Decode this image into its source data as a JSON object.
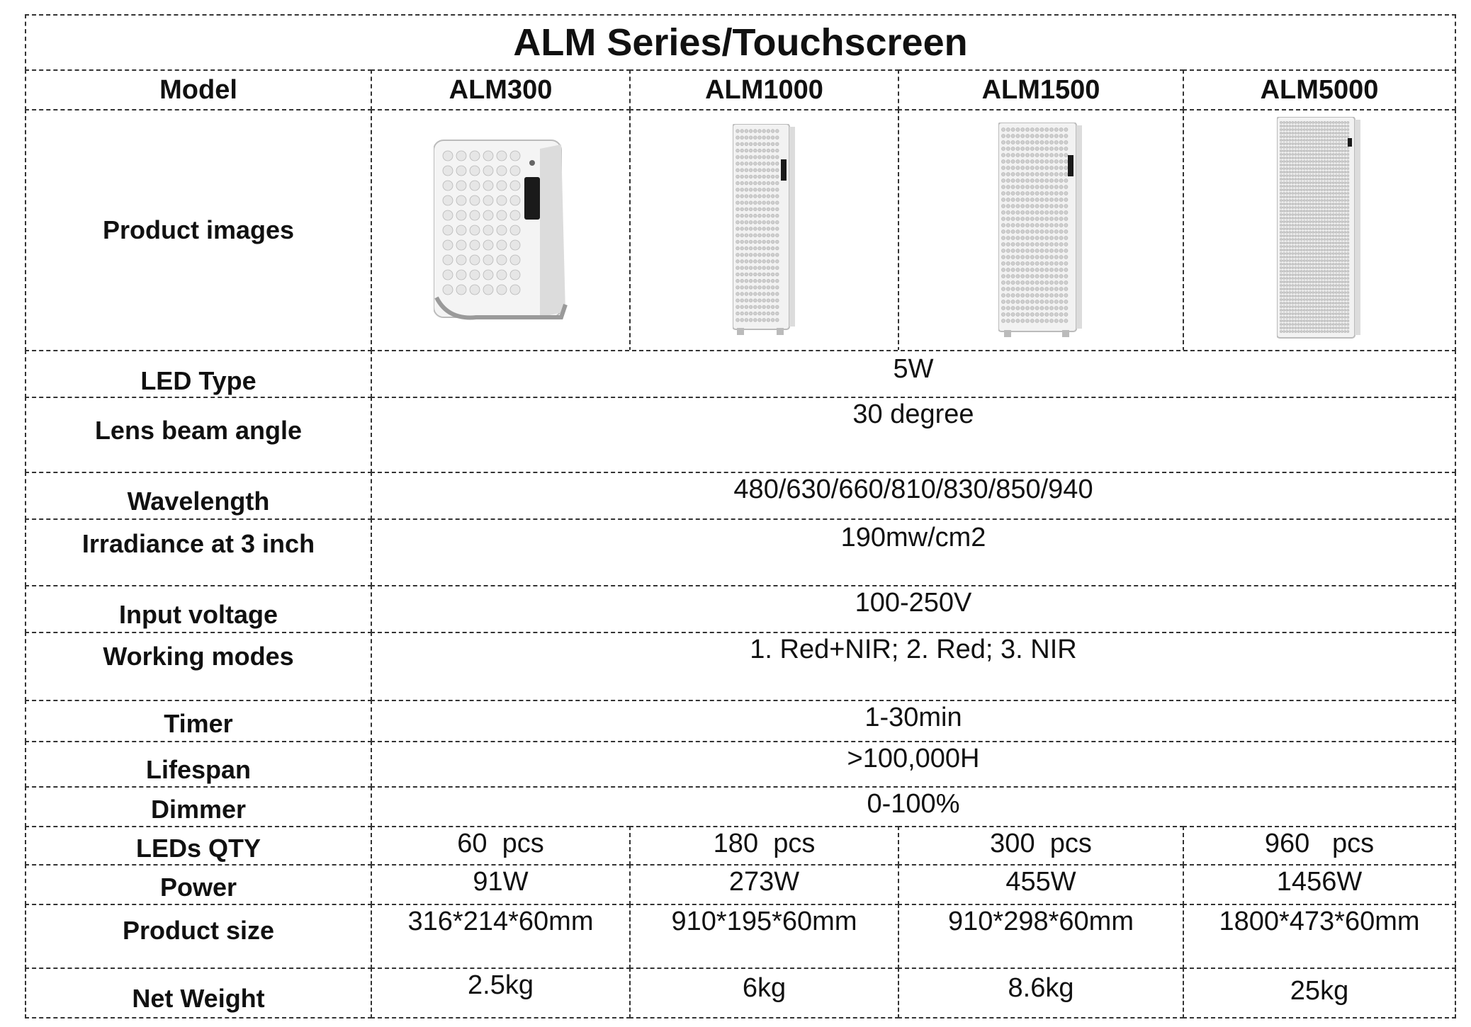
{
  "title": "ALM Series/Touchscreen",
  "header": {
    "label": "Model",
    "models": [
      "ALM300",
      "ALM1000",
      "ALM1500",
      "ALM5000"
    ]
  },
  "product_images": {
    "label": "Product images",
    "icons": [
      "alm300-panel-icon",
      "alm1000-panel-icon",
      "alm1500-panel-icon",
      "alm5000-panel-icon"
    ]
  },
  "shared_specs": [
    {
      "label": "LED Type",
      "value": "5W"
    },
    {
      "label": "Lens beam angle",
      "value": "30 degree"
    },
    {
      "label": "Wavelength",
      "value": "480/630/660/810/830/850/940"
    },
    {
      "label": "Irradiance at 3 inch",
      "value": "190mw/cm2"
    },
    {
      "label": "Input voltage",
      "value": "100-250V"
    },
    {
      "label": "Working modes",
      "value": "1. Red+NIR; 2. Red; 3. NIR"
    },
    {
      "label": "Timer",
      "value": "1-30min"
    },
    {
      "label": "Lifespan",
      "value": ">100,000H"
    },
    {
      "label": "Dimmer",
      "value": "0-100%"
    }
  ],
  "per_model_specs": [
    {
      "label": "LEDs QTY",
      "values": [
        "60  pcs",
        "180  pcs",
        "300  pcs",
        "960   pcs"
      ]
    },
    {
      "label": "Power",
      "values": [
        "91W",
        "273W",
        "455W",
        "1456W"
      ]
    },
    {
      "label": "Product size",
      "values": [
        "316*214*60mm",
        "910*195*60mm",
        "910*298*60mm",
        "1800*473*60mm"
      ]
    },
    {
      "label": "Net Weight",
      "values": [
        "2.5kg",
        "6kg",
        "8.6kg",
        "25kg"
      ]
    }
  ],
  "colors": {
    "border": "#333333",
    "panel": "#eeeeee",
    "led": "#cfcfcf",
    "screen": "#1a1a1a"
  }
}
